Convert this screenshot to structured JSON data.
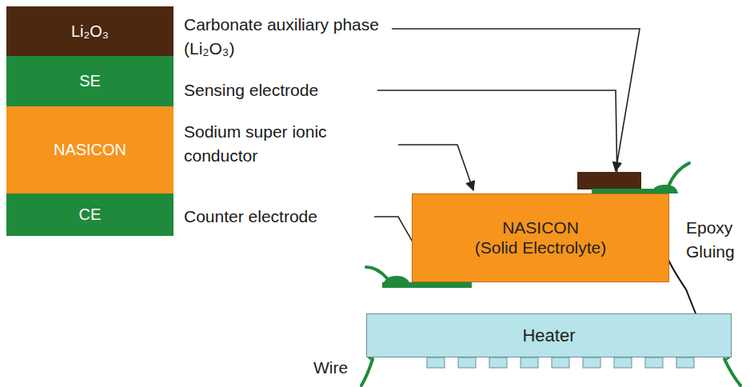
{
  "diagram": {
    "nodes": [
      {
        "text": [
          "Li₂O₃"
        ]
      },
      {
        "text": [
          "SE"
        ]
      },
      {
        "text": [
          "NASICON"
        ]
      },
      {
        "text": [
          "CE"
        ]
      },
      {
        "text": [
          "NASICON",
          "(Solid Electrolyte)"
        ]
      },
      {
        "text": [
          "Heater"
        ]
      }
    ],
    "labels": [
      "Carbonate auxiliary phase (Li₂O₃)",
      "Sensing electrode",
      "Sodium super ionic conductor",
      "Counter electrode",
      "Epoxy Gluing",
      "Wire"
    ]
  }
}
